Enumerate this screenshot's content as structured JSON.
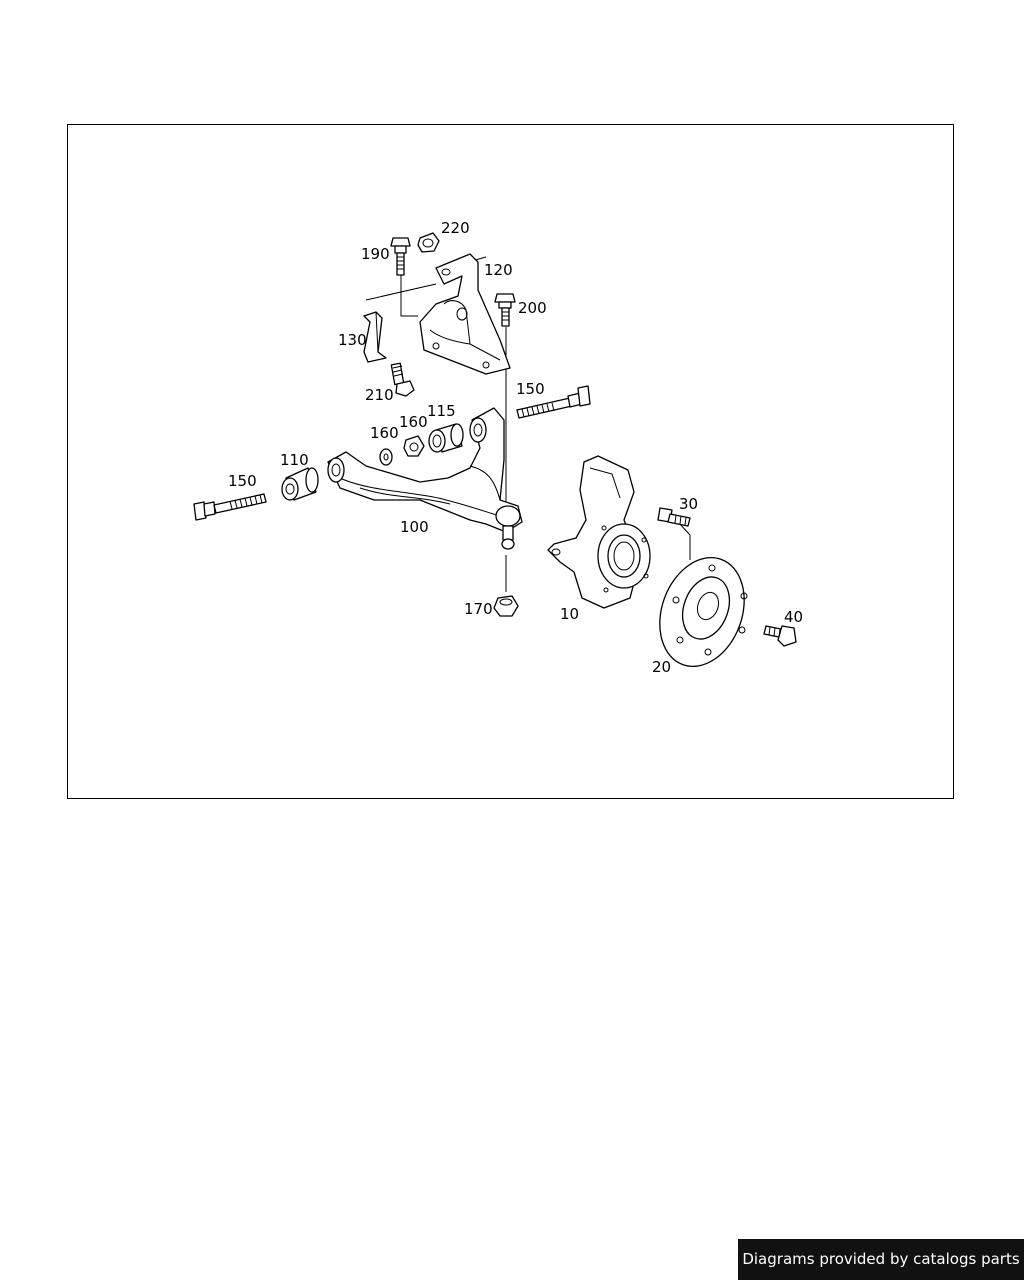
{
  "diagram": {
    "callouts": [
      {
        "id": "c190",
        "text": "190"
      },
      {
        "id": "c220",
        "text": "220"
      },
      {
        "id": "c120",
        "text": "120"
      },
      {
        "id": "c200",
        "text": "200"
      },
      {
        "id": "c130",
        "text": "130"
      },
      {
        "id": "c210",
        "text": "210"
      },
      {
        "id": "c150a",
        "text": "150"
      },
      {
        "id": "c115",
        "text": "115"
      },
      {
        "id": "c160a",
        "text": "160"
      },
      {
        "id": "c160b",
        "text": "160"
      },
      {
        "id": "c110",
        "text": "110"
      },
      {
        "id": "c150b",
        "text": "150"
      },
      {
        "id": "c100",
        "text": "100"
      },
      {
        "id": "c30",
        "text": "30"
      },
      {
        "id": "c170",
        "text": "170"
      },
      {
        "id": "c10",
        "text": "10"
      },
      {
        "id": "c40",
        "text": "40"
      },
      {
        "id": "c20",
        "text": "20"
      }
    ],
    "parts": [
      "bolt",
      "nut",
      "mounting-bracket",
      "bolt",
      "bracket",
      "bolt",
      "bolt",
      "bushing",
      "nut",
      "washer",
      "bushing",
      "bolt",
      "control-arm",
      "wheel-stud",
      "nut",
      "steering-knuckle",
      "bolt",
      "brake-disc"
    ]
  },
  "footer": {
    "watermark": "Diagrams provided by catalogs parts"
  }
}
